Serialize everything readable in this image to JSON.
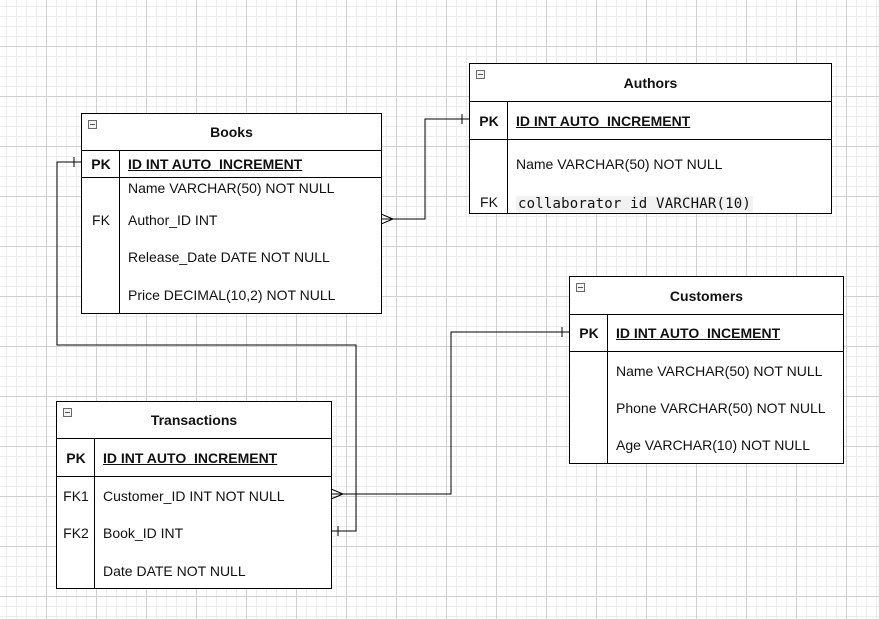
{
  "colors": {
    "line": "#000000",
    "grid_major": "#d0d0d0",
    "grid_minor": "#ececec",
    "entity_fill": "#ffffff"
  },
  "entities": {
    "authors": {
      "title": "Authors",
      "pk": {
        "key": "PK",
        "field": "ID INT AUTO_INCREMENT"
      },
      "rows": [
        {
          "key": "",
          "field": "Name VARCHAR(50) NOT NULL"
        },
        {
          "key": "FK",
          "field": "collaborator id VARCHAR(10)"
        }
      ]
    },
    "books": {
      "title": "Books",
      "pk": {
        "key": "PK",
        "field": "ID INT AUTO_INCREMENT"
      },
      "rows": [
        {
          "key": "",
          "field": "Name VARCHAR(50) NOT NULL"
        },
        {
          "key": "FK",
          "field": "Author_ID INT"
        },
        {
          "key": "",
          "field": "Release_Date DATE NOT NULL"
        },
        {
          "key": "",
          "field": "Price DECIMAL(10,2) NOT NULL"
        }
      ]
    },
    "customers": {
      "title": "Customers",
      "pk": {
        "key": "PK",
        "field": "ID INT AUTO_INCEMENT"
      },
      "rows": [
        {
          "key": "",
          "field": "Name VARCHAR(50) NOT NULL"
        },
        {
          "key": "",
          "field": "Phone VARCHAR(50) NOT NULL"
        },
        {
          "key": "",
          "field": "Age VARCHAR(10) NOT NULL"
        }
      ]
    },
    "transactions": {
      "title": "Transactions",
      "pk": {
        "key": "PK",
        "field": "ID INT AUTO_INCREMENT"
      },
      "rows": [
        {
          "key": "FK1",
          "field": "Customer_ID INT NOT NULL"
        },
        {
          "key": "FK2",
          "field": "Book_ID INT"
        },
        {
          "key": "",
          "field": "Date DATE NOT NULL"
        }
      ]
    }
  },
  "relationships": [
    {
      "name": "books-author-to-authors",
      "from": "books.Author_ID",
      "to": "authors.ID",
      "from_end": "many",
      "to_end": "one"
    },
    {
      "name": "transactions-customer-to-customers",
      "from": "transactions.Customer_ID",
      "to": "customers.ID",
      "from_end": "many",
      "to_end": "one"
    },
    {
      "name": "transactions-book-to-books",
      "from": "transactions.Book_ID",
      "to": "books.ID",
      "from_end": "one",
      "to_end": "one"
    }
  ]
}
